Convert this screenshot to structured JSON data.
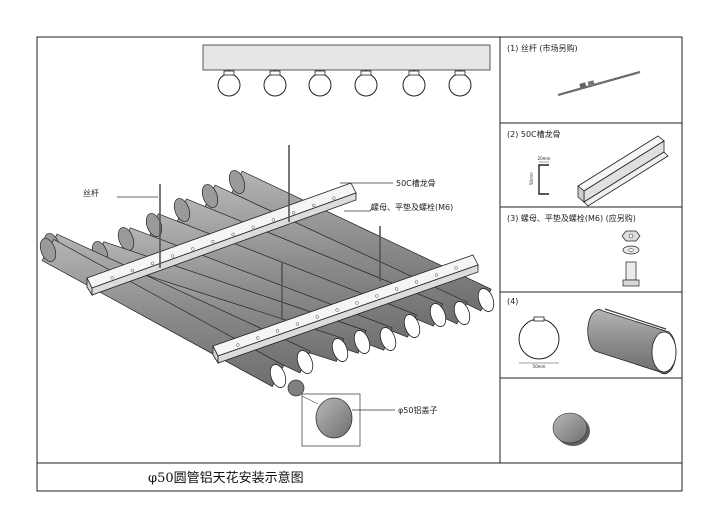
{
  "title": "φ50圆管铝天花安装示意图",
  "labels": {
    "rod": "丝杆",
    "channel": "50C槽龙骨",
    "nut": "螺母、平垫及螺栓(M6)",
    "cap": "φ50铝盖子"
  },
  "panels": [
    {
      "heading": "(1) 丝杆 (市场另购)"
    },
    {
      "heading": "(2) 50C槽龙骨",
      "dim_h": "20mm",
      "dim_v": "50mm"
    },
    {
      "heading": "(3) 螺母、平垫及螺栓(M6) (应另购)"
    },
    {
      "heading": "(4)",
      "dim": "50mm"
    },
    {
      "heading": ""
    }
  ],
  "colors": {
    "tube": "#8c8c8c",
    "tube_end": "#ffffff",
    "channel": "#f2f2f2",
    "line": "#222222"
  }
}
